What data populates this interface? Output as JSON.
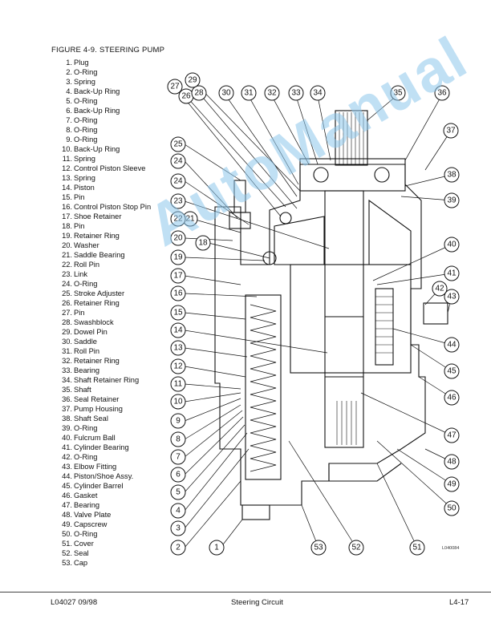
{
  "figure_title": "FIGURE 4-9. STEERING PUMP",
  "parts": [
    {
      "num": "1.",
      "name": "Plug"
    },
    {
      "num": "2.",
      "name": "O-Ring"
    },
    {
      "num": "3.",
      "name": "Spring"
    },
    {
      "num": "4.",
      "name": "Back-Up Ring"
    },
    {
      "num": "5.",
      "name": "O-Ring"
    },
    {
      "num": "6.",
      "name": "Back-Up Ring"
    },
    {
      "num": "7.",
      "name": "O-Ring"
    },
    {
      "num": "8.",
      "name": "O-Ring"
    },
    {
      "num": "9.",
      "name": "O-Ring"
    },
    {
      "num": "10.",
      "name": "Back-Up Ring"
    },
    {
      "num": "11.",
      "name": "Spring"
    },
    {
      "num": "12.",
      "name": "Control Piston Sleeve"
    },
    {
      "num": "13.",
      "name": "Spring"
    },
    {
      "num": "14.",
      "name": "Piston"
    },
    {
      "num": "15.",
      "name": "Pin"
    },
    {
      "num": "16.",
      "name": "Control Piston Stop Pin"
    },
    {
      "num": "17.",
      "name": "Shoe Retainer"
    },
    {
      "num": "18.",
      "name": "Pin"
    },
    {
      "num": "19.",
      "name": "Retainer Ring"
    },
    {
      "num": "20.",
      "name": "Washer"
    },
    {
      "num": "21.",
      "name": "Saddle Bearing"
    },
    {
      "num": "22.",
      "name": "Roll Pin"
    },
    {
      "num": "23.",
      "name": "Link"
    },
    {
      "num": "24.",
      "name": "O-Ring"
    },
    {
      "num": "25.",
      "name": "Stroke Adjuster"
    },
    {
      "num": "26.",
      "name": "Retainer Ring"
    },
    {
      "num": "27.",
      "name": "Pin"
    },
    {
      "num": "28.",
      "name": "Swashblock"
    },
    {
      "num": "29.",
      "name": "Dowel Pin"
    },
    {
      "num": "30.",
      "name": "Saddle"
    },
    {
      "num": "31.",
      "name": "Roll Pin"
    },
    {
      "num": "32.",
      "name": "Retainer Ring"
    },
    {
      "num": "33.",
      "name": "Bearing"
    },
    {
      "num": "34.",
      "name": "Shaft Retainer Ring"
    },
    {
      "num": "35.",
      "name": "Shaft"
    },
    {
      "num": "36.",
      "name": "Seal Retainer"
    },
    {
      "num": "37.",
      "name": "Pump Housing"
    },
    {
      "num": "38.",
      "name": "Shaft Seal"
    },
    {
      "num": "39.",
      "name": "O-Ring"
    },
    {
      "num": "40.",
      "name": "Fulcrum Ball"
    },
    {
      "num": "41.",
      "name": "Cylinder Bearing"
    },
    {
      "num": "42.",
      "name": "O-Ring"
    },
    {
      "num": "43.",
      "name": "Elbow Fitting"
    },
    {
      "num": "44.",
      "name": "Piston/Shoe Assy."
    },
    {
      "num": "45.",
      "name": "Cylinder Barrel"
    },
    {
      "num": "46.",
      "name": "Gasket"
    },
    {
      "num": "47.",
      "name": "Bearing"
    },
    {
      "num": "48.",
      "name": "Valve Plate"
    },
    {
      "num": "49.",
      "name": "Capscrew"
    },
    {
      "num": "50.",
      "name": "O-Ring"
    },
    {
      "num": "51.",
      "name": "Cover"
    },
    {
      "num": "52.",
      "name": "Seal"
    },
    {
      "num": "53.",
      "name": "Cap"
    }
  ],
  "callouts": [
    "1",
    "2",
    "3",
    "4",
    "5",
    "6",
    "7",
    "8",
    "9",
    "10",
    "11",
    "12",
    "13",
    "14",
    "15",
    "16",
    "17",
    "18",
    "19",
    "20",
    "21",
    "22",
    "23",
    "24",
    "24",
    "25",
    "26",
    "27",
    "28",
    "29",
    "30",
    "31",
    "32",
    "33",
    "34",
    "35",
    "36",
    "37",
    "38",
    "39",
    "40",
    "41",
    "42",
    "43",
    "44",
    "45",
    "46",
    "47",
    "48",
    "49",
    "50",
    "51",
    "52",
    "53"
  ],
  "drawing_ref": "L040084",
  "watermark": "AutoManual",
  "footer": {
    "left": "L04027   09/98",
    "center": "Steering Circuit",
    "right": "L4-17"
  },
  "colors": {
    "ink": "#111111",
    "watermark": "#8ec7ec",
    "rule": "#444444"
  }
}
